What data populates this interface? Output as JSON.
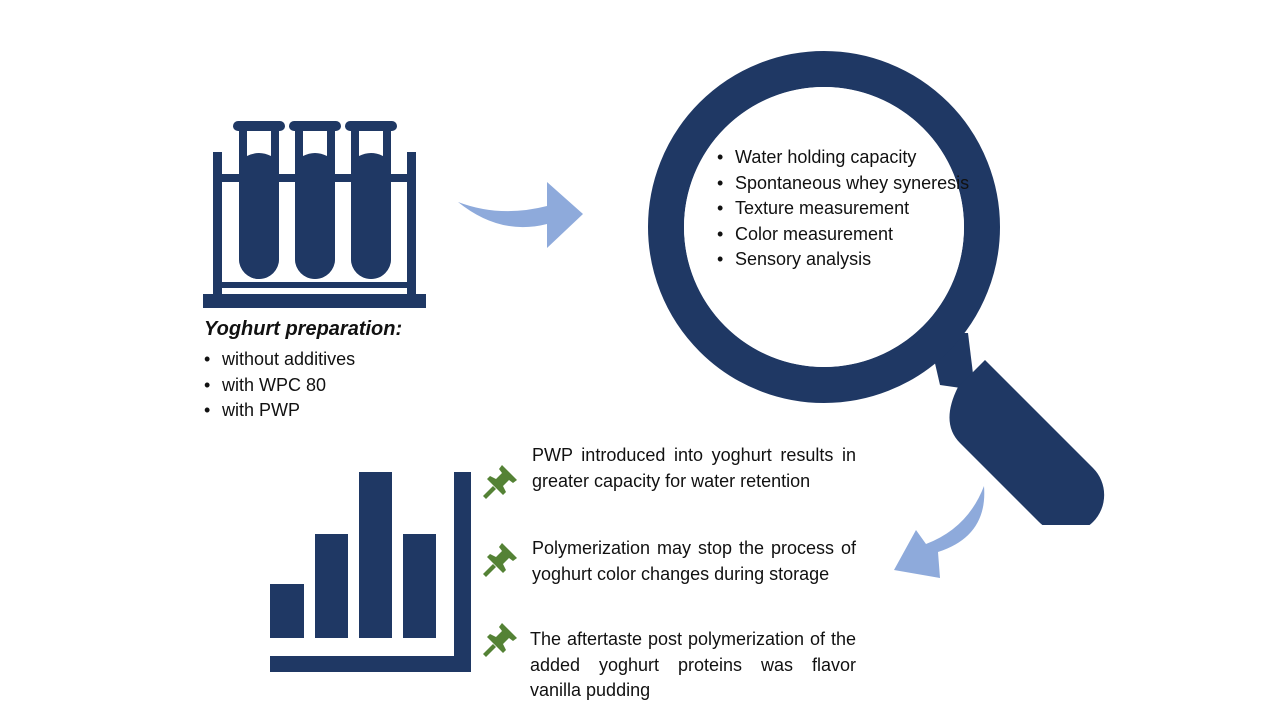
{
  "preparation": {
    "title": "Yoghurt preparation:",
    "items": [
      "without additives",
      "with WPC 80",
      "with PWP"
    ]
  },
  "analysis": {
    "items": [
      "Water holding capacity",
      "Spontaneous whey syneresis",
      "Texture measurement",
      "Color measurement",
      "Sensory analysis"
    ]
  },
  "findings": [
    "PWP introduced into yoghurt results in greater capacity for water retention",
    "Polymerization may stop the process of yoghurt color changes during storage",
    "The aftertaste post polymerization of the added yoghurt proteins was flavor vanilla pudding"
  ],
  "icons": {
    "samples": "test-tube-rack-icon",
    "analysis": "magnifying-glass-icon",
    "results": "bar-chart-icon",
    "finding_marker": "pushpin-icon",
    "flow": "curved-arrow-icon"
  },
  "colors": {
    "navy": "#1F3864",
    "arrow": "#8EAADB",
    "pin": "#548235",
    "text": "#111111"
  }
}
